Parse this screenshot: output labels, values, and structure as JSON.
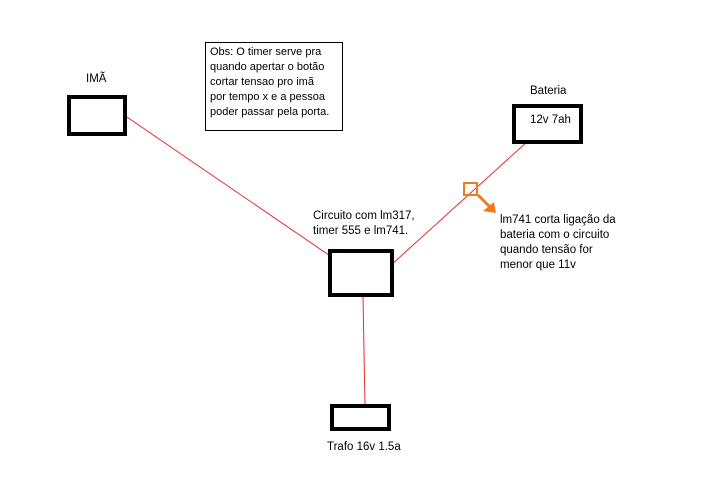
{
  "diagram": {
    "note": "Obs: O timer serve pra\nquando apertar o botão\ncortar tensao pro imã\npor tempo x e a pessoa\npoder passar pela porta.",
    "ima": {
      "label": "IMÃ"
    },
    "bateria": {
      "label": "Bateria",
      "value": "12v 7ah"
    },
    "circuito": {
      "label": "Circuito com lm317,\ntimer 555 e lm741."
    },
    "trafo": {
      "label": "Trafo 16v 1.5a"
    },
    "annotation": "lm741 corta ligação da\nbateria com o circuito\nquando tensão for\nmenor que 11v",
    "colors": {
      "wire": "#e03030",
      "marker": "#f07a1e",
      "box": "#000000"
    }
  }
}
